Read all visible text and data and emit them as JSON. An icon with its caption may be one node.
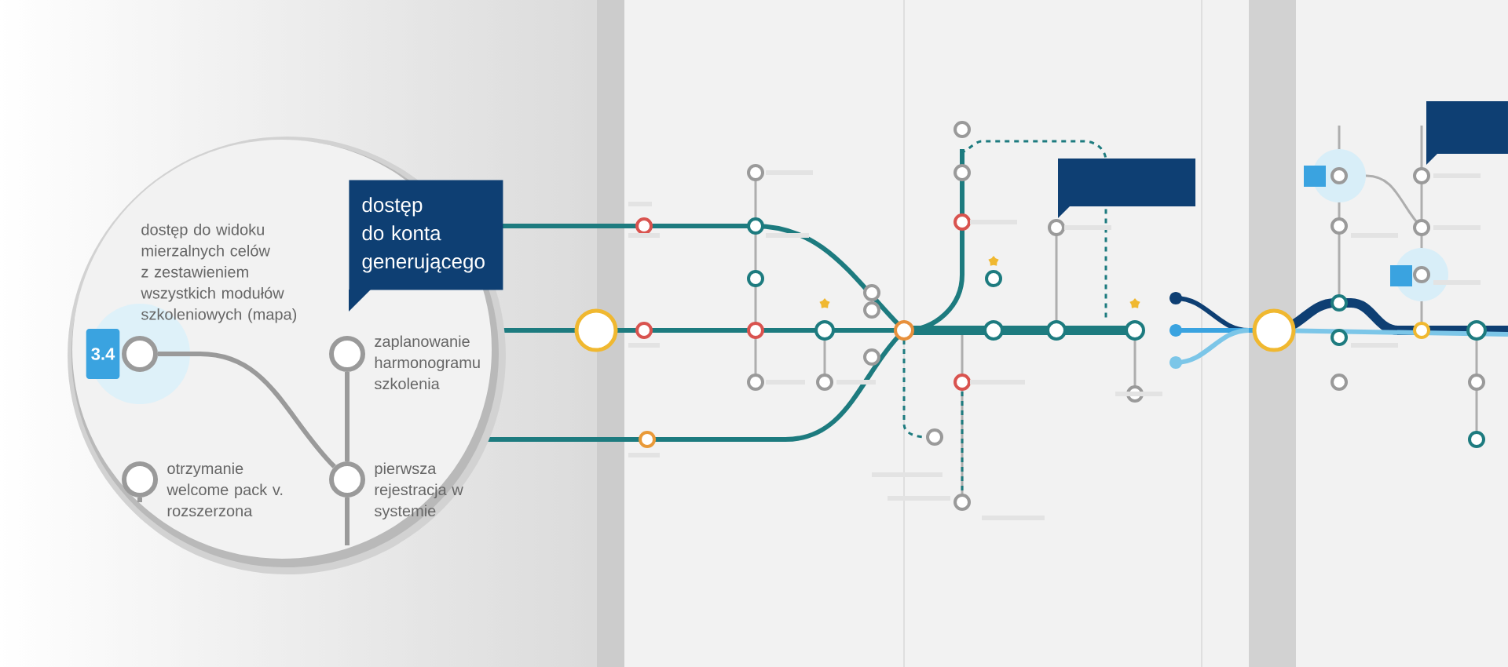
{
  "diagram": {
    "nodes": [
      {
        "text": [
          "dostęp do widoku mierzalnych celów z zestawieniem wszystkich modułów szkoleniowych (mapa)"
        ]
      },
      {
        "text": [
          "dostęp do konta generującego"
        ]
      },
      {
        "text": [
          "3.4"
        ]
      },
      {
        "text": [
          "zaplanowanie harmonogramu szkolenia"
        ]
      },
      {
        "text": [
          "otrzymanie welcome pack v. rozszerzona"
        ]
      },
      {
        "text": [
          "pierwsza rejestracja w systemie"
        ]
      }
    ],
    "edges": [
      {
        "from": 0,
        "to": 5,
        "arrow": "none"
      },
      {
        "from": 3,
        "to": 5,
        "arrow": "none"
      },
      {
        "from": 5,
        "to": null,
        "arrow": "none"
      },
      {
        "from": 4,
        "to": null,
        "arrow": "none"
      }
    ]
  }
}
